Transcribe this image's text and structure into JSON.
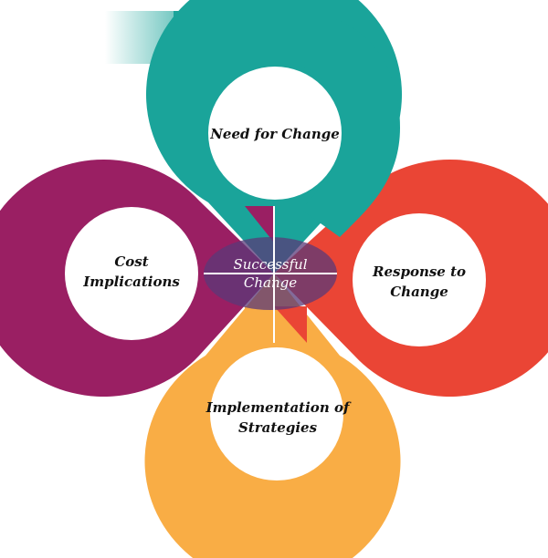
{
  "diagram": {
    "center": {
      "line1": "Successful",
      "line2": "Change"
    },
    "loops": [
      {
        "key": "top",
        "line1": "Need for Change",
        "line2": "",
        "color": "#1aa49a"
      },
      {
        "key": "right",
        "line1": "Response to",
        "line2": "Change",
        "color": "#ea4535"
      },
      {
        "key": "bottom",
        "line1": "Implementation of",
        "line2": "Strategies",
        "color": "#f9ad45"
      },
      {
        "key": "left",
        "line1": "Cost",
        "line2": "Implications",
        "color": "#9a1f63"
      }
    ],
    "center_color": "#5a3a78"
  }
}
